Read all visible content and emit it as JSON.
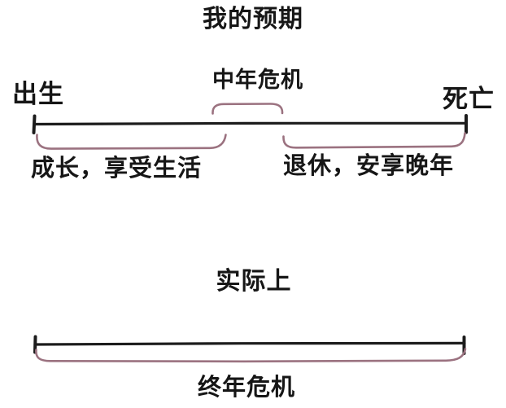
{
  "colors": {
    "ink": "#1c1c1c",
    "brace": "#9b7280",
    "background": "#ffffff"
  },
  "expectation": {
    "title": "我的预期",
    "birth_label": "出生",
    "death_label": "死亡",
    "midlife_label": "中年危机",
    "left_phase_label": "成长，享受生活",
    "right_phase_label": "退休，安享晚年"
  },
  "reality": {
    "title": "实际上",
    "crisis_label": "终年危机"
  }
}
